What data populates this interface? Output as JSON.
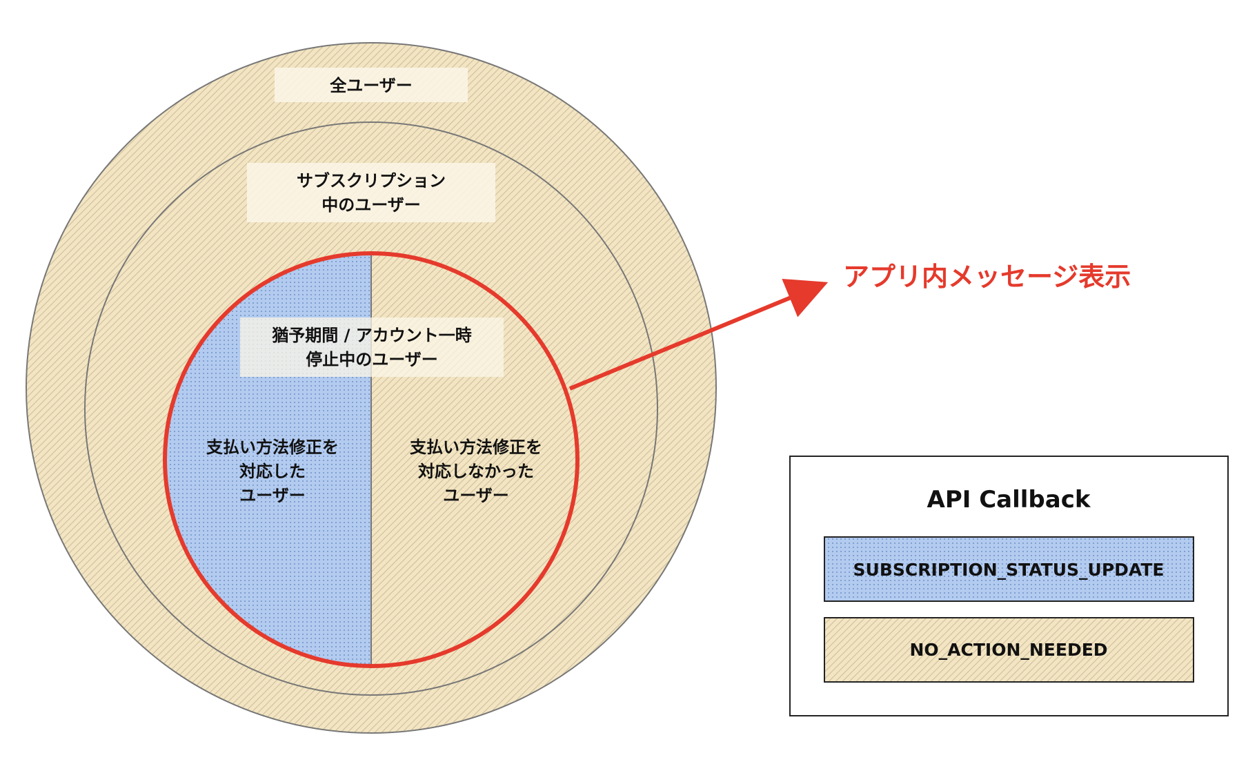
{
  "colors": {
    "tan": "#f3e5c2",
    "tan_stripe": "#cdbf9e",
    "blue": "#b3cbef",
    "blue_dot": "#7f9fd0",
    "red": "#e53a2c",
    "circle_stroke": "#777777",
    "label_bg": "#fbf6e7"
  },
  "circles": {
    "outer_label": "全ユーザー",
    "middle_label": [
      "サブスクリプション",
      "中のユーザー"
    ],
    "inner_label": [
      "猶予期間 / アカウント一時",
      "停止中のユーザー"
    ],
    "left_half": [
      "支払い方法修正を",
      "対応した",
      "ユーザー"
    ],
    "right_half": [
      "支払い方法修正を",
      "対応しなかった",
      "ユーザー"
    ]
  },
  "callout": "アプリ内メッセージ表示",
  "legend": {
    "title": "API Callback",
    "items": [
      {
        "label": "SUBSCRIPTION_STATUS_UPDATE",
        "fill": "blue"
      },
      {
        "label": "NO_ACTION_NEEDED",
        "fill": "tan"
      }
    ]
  }
}
